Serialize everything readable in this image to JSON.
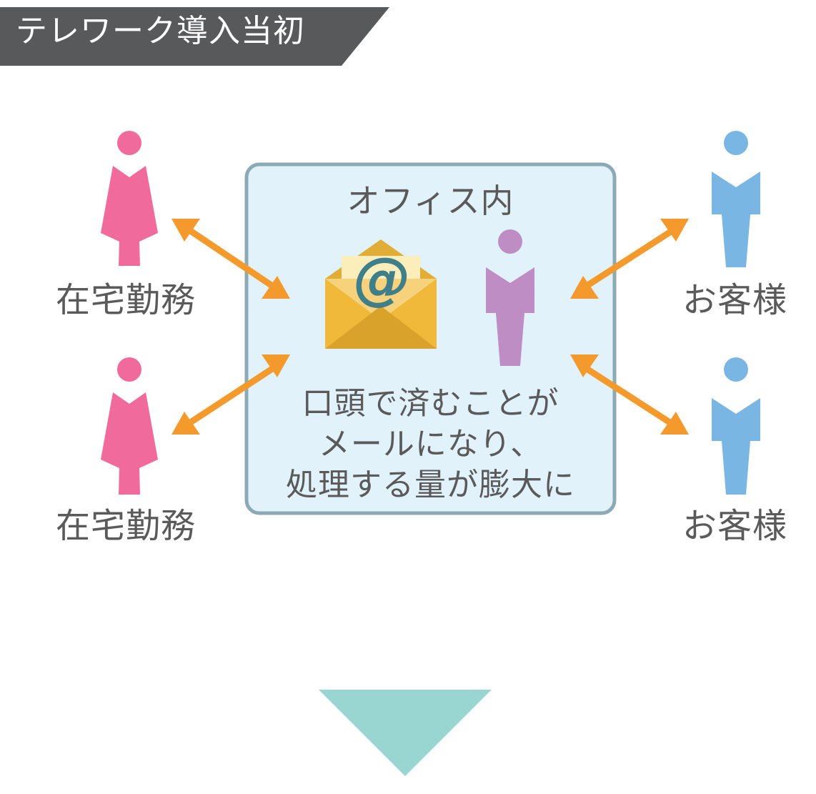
{
  "header": {
    "title": "テレワーク導入当初"
  },
  "left_people": [
    {
      "label": "在宅勤務"
    },
    {
      "label": "在宅勤務"
    }
  ],
  "right_people": [
    {
      "label": "お客様"
    },
    {
      "label": "お客様"
    }
  ],
  "office": {
    "title": "オフィス内",
    "note_lines": [
      "口頭で済むことが",
      "メールになり、",
      "処理する量が膨大に"
    ]
  },
  "email_icon": {
    "glyph": "@"
  },
  "colors": {
    "banner": "#58595b",
    "female": "#f06b9b",
    "male_blue": "#7ab6e3",
    "male_purple": "#bd8dc4",
    "arrow": "#f49a2d",
    "office_fill": "#e1f2fb",
    "office_border": "#8ca9b6",
    "envelope": "#f0b93a",
    "envelope_dark": "#d9a32b",
    "at_sign": "#3f7f8a",
    "down_arrow": "#99d5d1"
  }
}
